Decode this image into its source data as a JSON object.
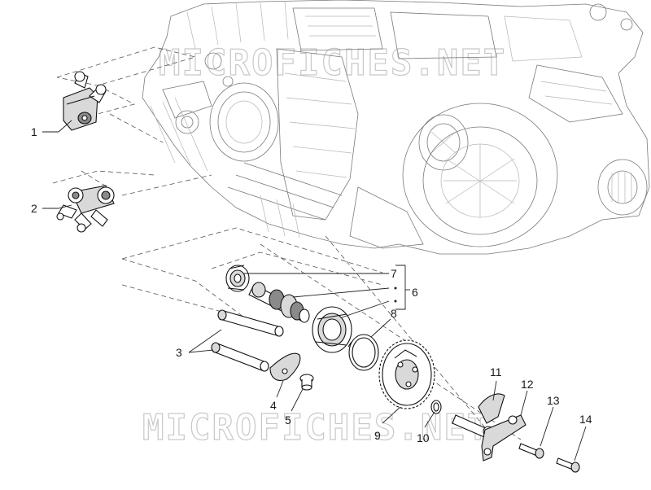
{
  "watermark_text": "MICROFICHES.NET",
  "callouts": [
    {
      "id": "1",
      "text": "1"
    },
    {
      "id": "2",
      "text": "2"
    },
    {
      "id": "3",
      "text": "3"
    },
    {
      "id": "4",
      "text": "4"
    },
    {
      "id": "5",
      "text": "5"
    },
    {
      "id": "6",
      "text": "6"
    },
    {
      "id": "7",
      "text": "7"
    },
    {
      "id": "8",
      "text": "8"
    },
    {
      "id": "9",
      "text": "9"
    },
    {
      "id": "10",
      "text": "10"
    },
    {
      "id": "11",
      "text": "11"
    },
    {
      "id": "12",
      "text": "12"
    },
    {
      "id": "13",
      "text": "13"
    },
    {
      "id": "14",
      "text": "14"
    }
  ]
}
